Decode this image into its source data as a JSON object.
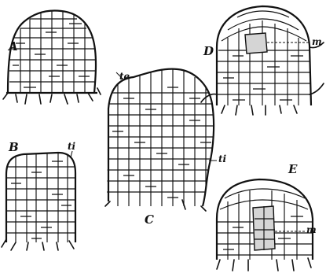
{
  "panels": [
    {
      "label": "A"
    },
    {
      "label": "B"
    },
    {
      "label": "C"
    },
    {
      "label": "D"
    },
    {
      "label": "E"
    }
  ],
  "annotations": {
    "te": "te",
    "ti_b": "ti",
    "ti_c": "ti",
    "m_d": "m",
    "m_e": "m"
  }
}
